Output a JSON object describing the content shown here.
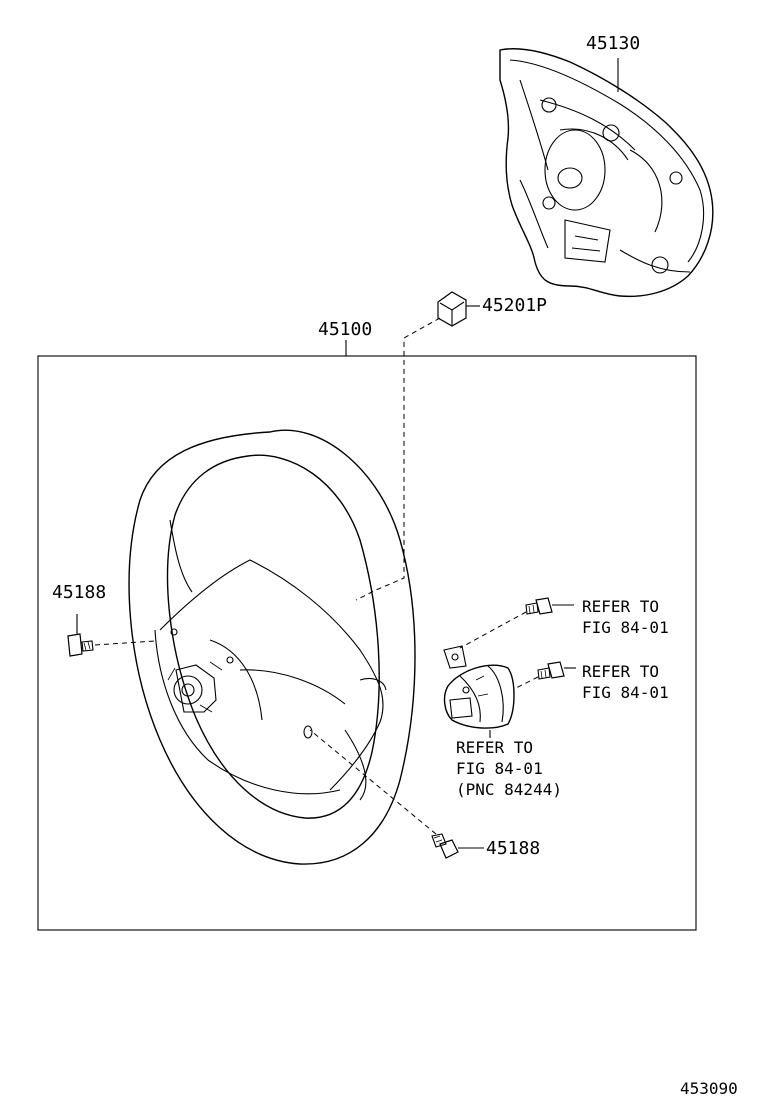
{
  "labels": {
    "pad_assembly": "45130",
    "nut": "45201P",
    "wheel_assembly": "45100",
    "bolt_left": "45188",
    "bolt_bottom": "45188",
    "refer_1": "REFER TO\nFIG 84-01",
    "refer_2": "REFER TO\nFIG 84-01",
    "refer_3": "REFER TO\nFIG 84-01\n(PNC 84244)",
    "figure_number": "453090"
  }
}
